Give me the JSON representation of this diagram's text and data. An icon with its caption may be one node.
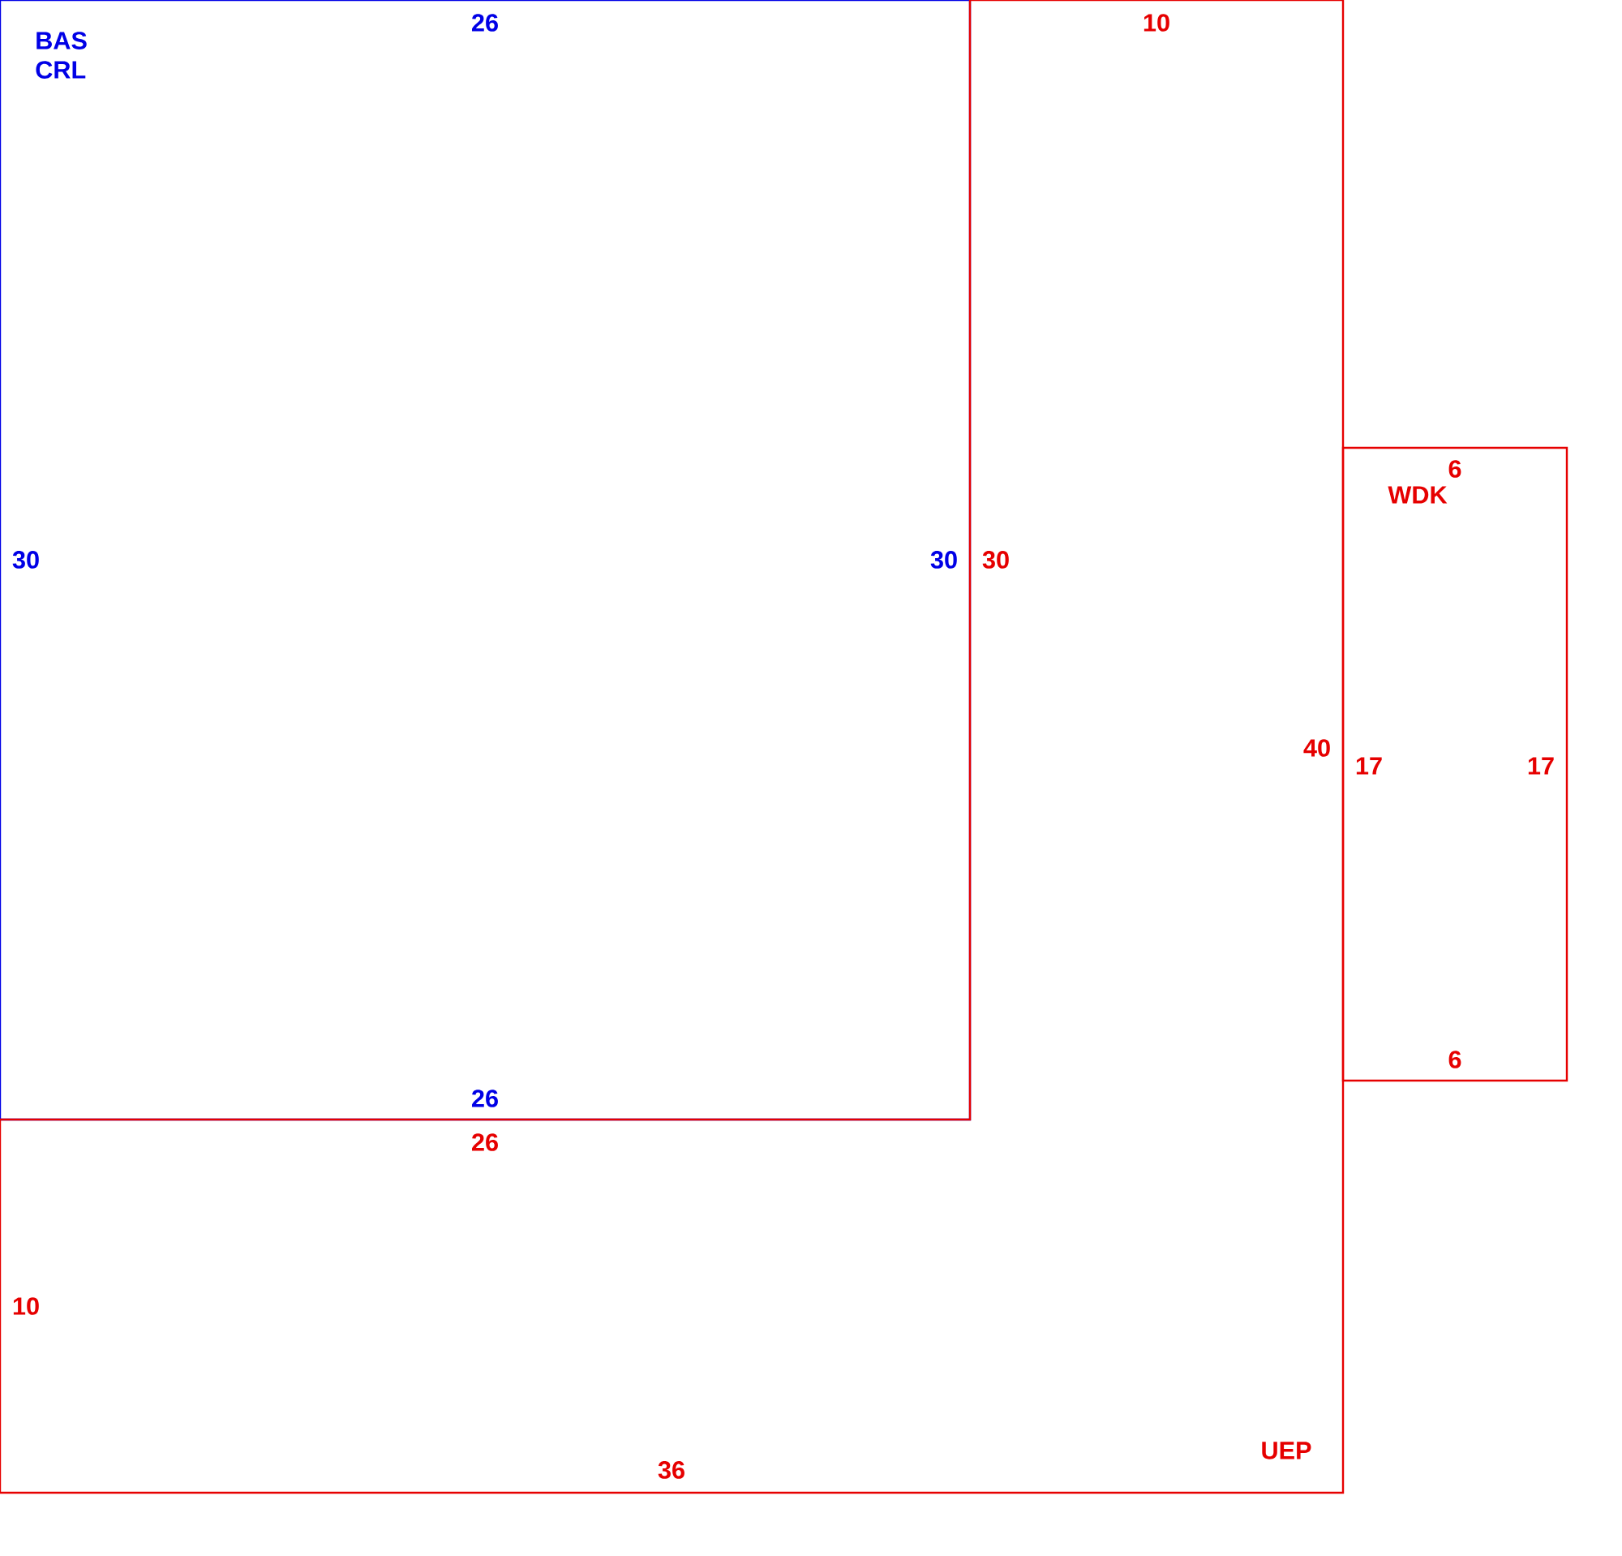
{
  "diagram": {
    "nodes": [
      {
        "text": [
          "BAS CRL"
        ]
      },
      {
        "text": [
          "UEP"
        ]
      },
      {
        "text": [
          "WDK"
        ]
      }
    ],
    "labels": [
      "26",
      "10",
      "6",
      "30",
      "30",
      "30",
      "40",
      "17",
      "17",
      "6",
      "26",
      "26",
      "10",
      "36"
    ]
  }
}
